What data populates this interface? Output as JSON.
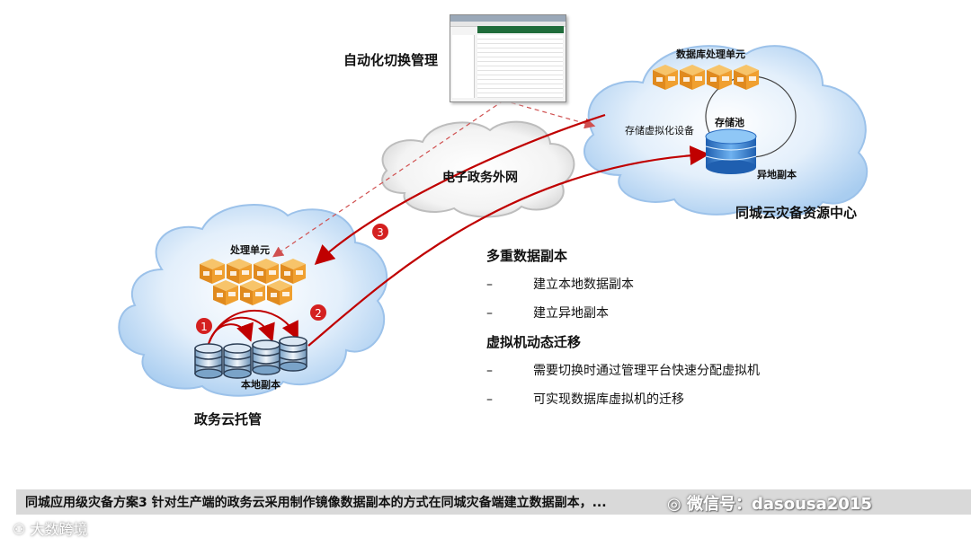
{
  "labels": {
    "auto_switch": "自动化切换管理",
    "db_processing_unit": "数据库处理单元",
    "storage_virtualization": "存储虚拟化设备",
    "storage_pool": "存储池",
    "remote_replica": "异地副本",
    "dr_center": "同城云灾备资源中心",
    "egov_extranet": "电子政务外网",
    "processing_unit": "处理单元",
    "local_replica": "本地副本",
    "gov_cloud_hosting": "政务云托管",
    "step1": "1",
    "step2": "2",
    "step3": "3"
  },
  "bullets": {
    "section1": "多重数据副本",
    "item1": "建立本地数据副本",
    "item2": "建立异地副本",
    "section2": "虚拟机动态迁移",
    "item3": "需要切换时通过管理平台快速分配虚拟机",
    "item4": "可实现数据库虚拟机的迁移",
    "dash": "–"
  },
  "caption": "同城应用级灾备方案3 针对生产端的政务云采用制作镜像数据副本的方式在同城灾备端建立数据副本，...",
  "watermark": {
    "right": "微信号：dasousa2015",
    "left": "大数跨境"
  },
  "colors": {
    "arrow_red": "#c00000",
    "cloud_blue": "#cfe3f7",
    "cube_orange": "#f0a030",
    "db_blue": "#3d7fc4"
  }
}
